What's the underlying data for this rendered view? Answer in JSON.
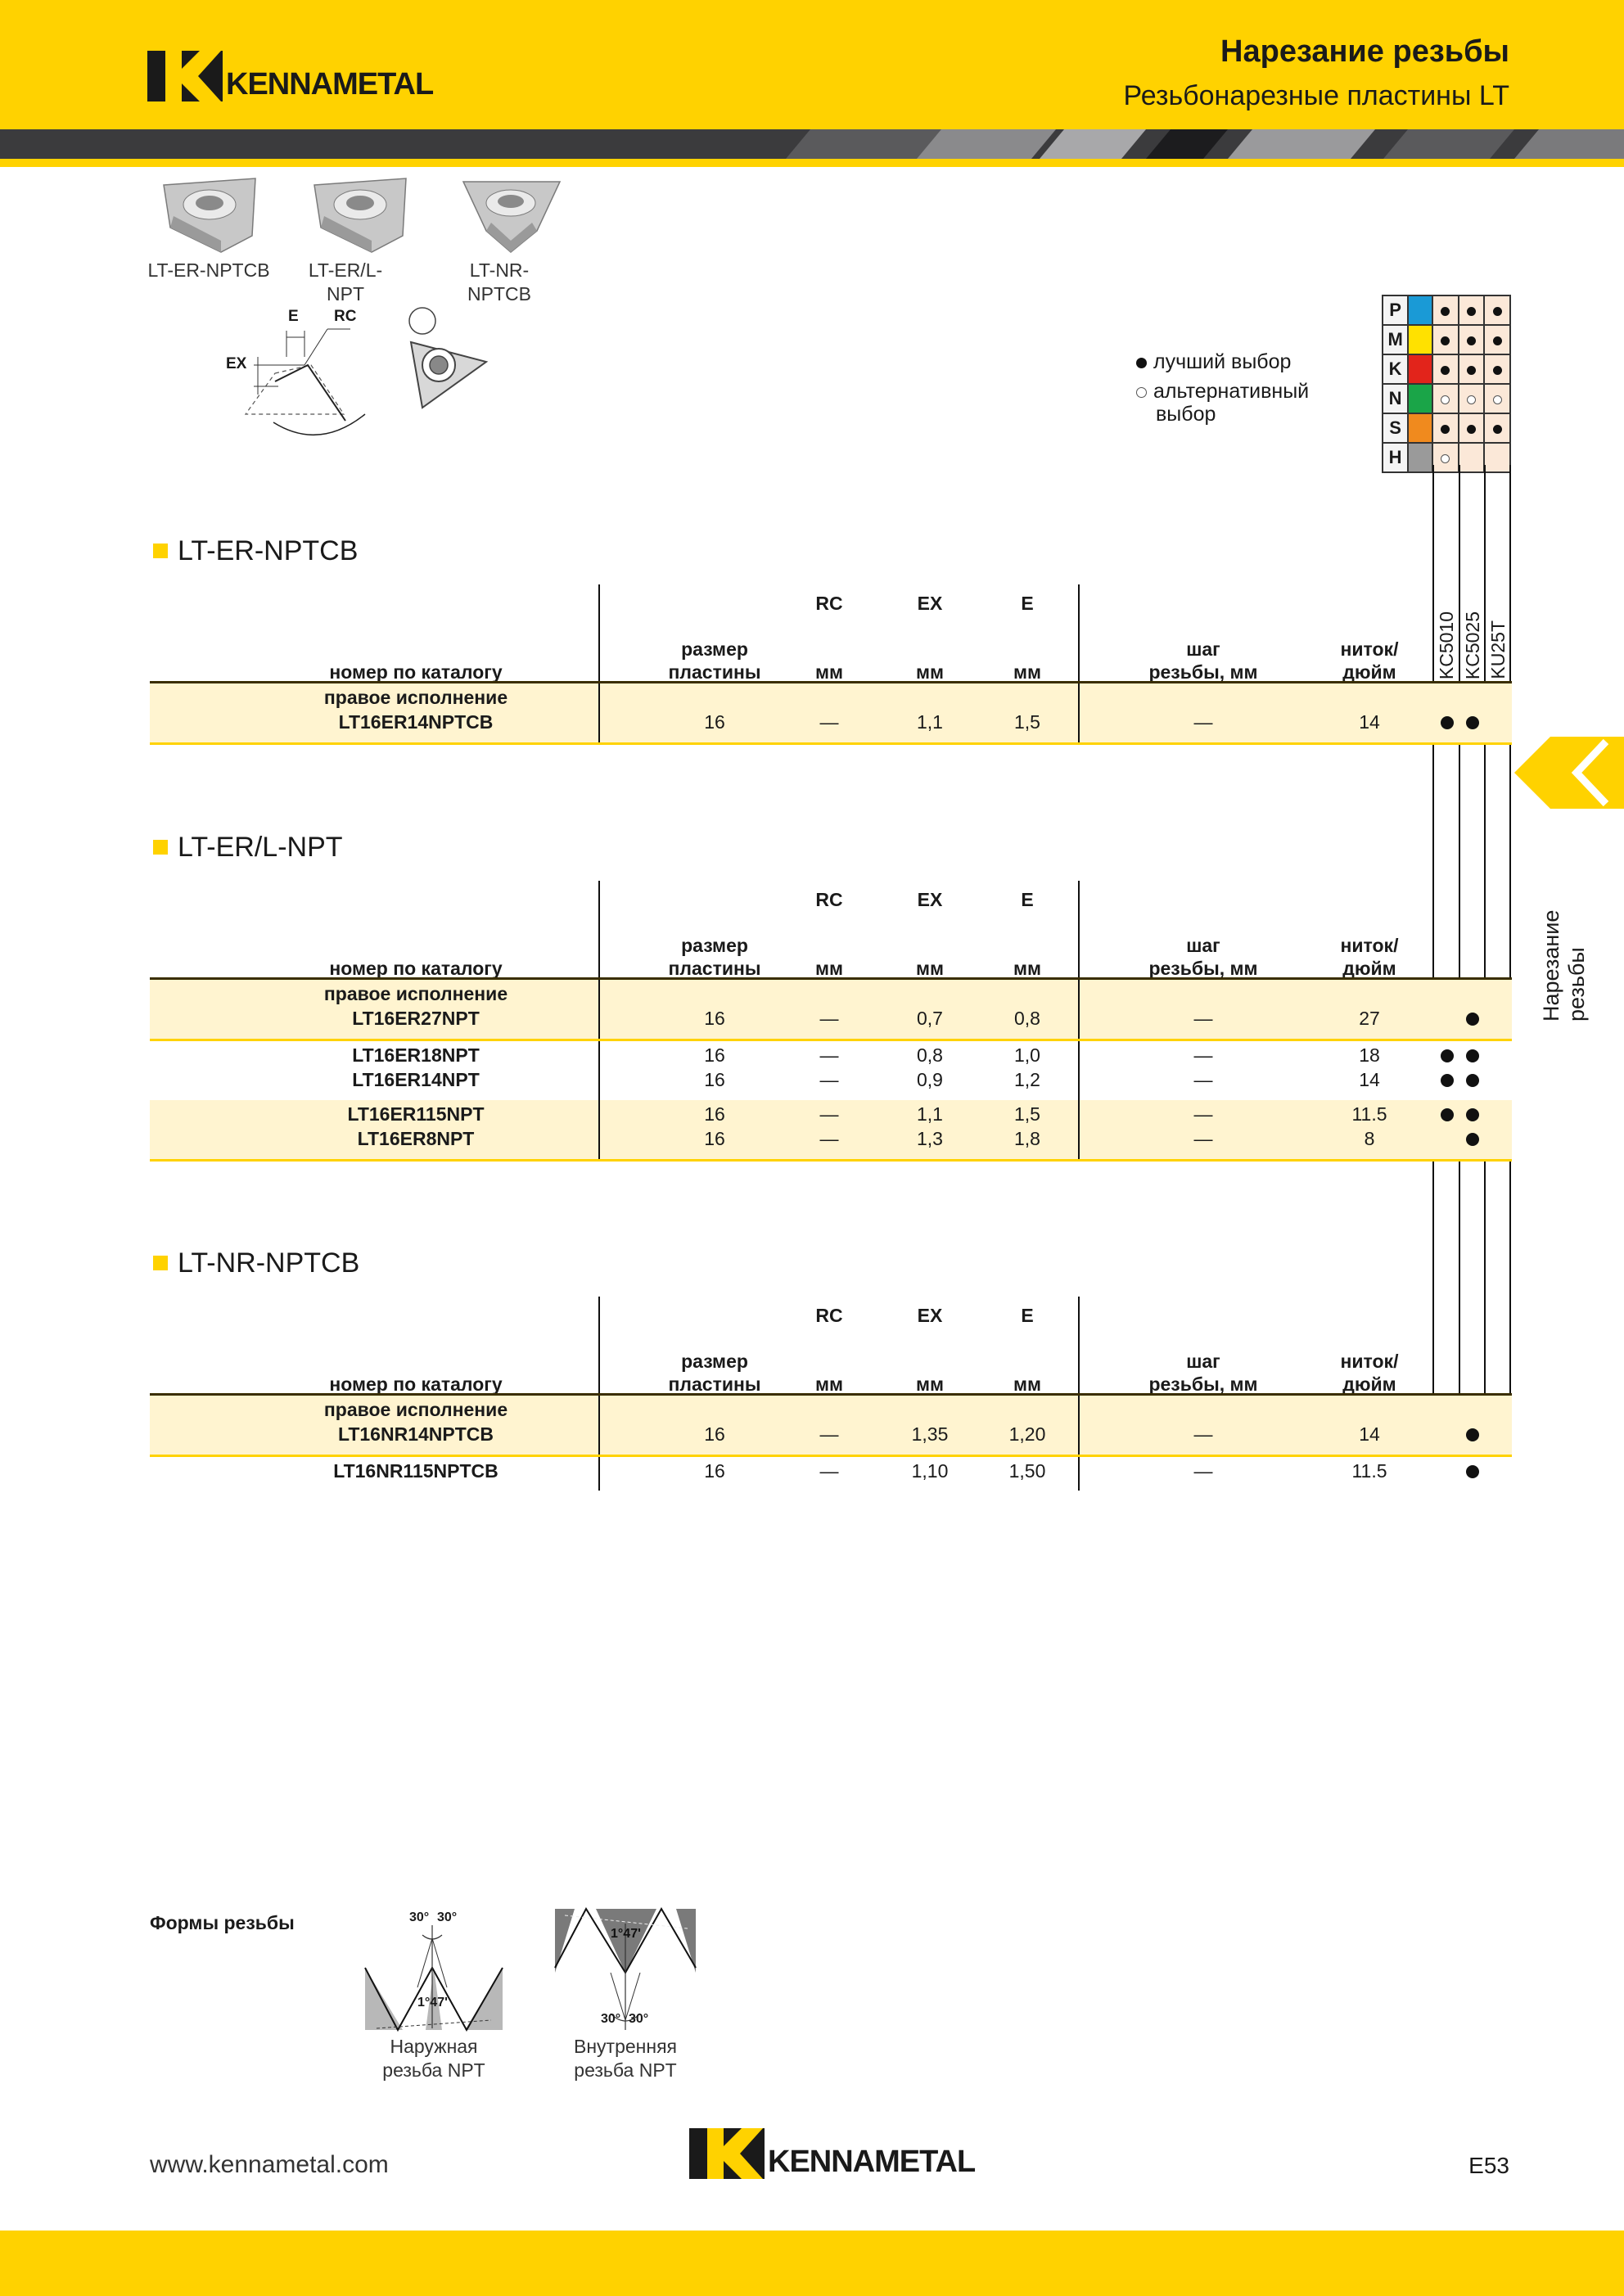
{
  "header": {
    "title": "Нарезание резьбы",
    "subtitle": "Резьбонарезные пластины LT",
    "logo": "KENNAMETAL"
  },
  "colors": {
    "yellow": "#ffd200",
    "dark": "#3b3b3d",
    "highlight": "#fff4d0",
    "P": "#1a9ad6",
    "M": "#ffe100",
    "K": "#e2241b",
    "N": "#1aa548",
    "S": "#f08a1e",
    "H": "#9a9a9a"
  },
  "inserts": [
    {
      "label": "LT-ER-NPTCB"
    },
    {
      "label": "LT-ER/L-\nNPT"
    },
    {
      "label": "LT-NR-\nNPTCB"
    }
  ],
  "diagram": {
    "e": "E",
    "rc": "RC",
    "ex": "EX"
  },
  "legend": {
    "best": "лучший выбор",
    "alt_line1": "альтернативный",
    "alt_line2": "выбор"
  },
  "materials": [
    {
      "code": "P",
      "marks": [
        "best",
        "best",
        "best"
      ]
    },
    {
      "code": "M",
      "marks": [
        "best",
        "best",
        "best"
      ]
    },
    {
      "code": "K",
      "marks": [
        "best",
        "best",
        "best"
      ]
    },
    {
      "code": "N",
      "marks": [
        "alt",
        "alt",
        "alt"
      ]
    },
    {
      "code": "S",
      "marks": [
        "best",
        "best",
        "best"
      ]
    },
    {
      "code": "H",
      "marks": [
        "alt",
        "",
        ""
      ]
    }
  ],
  "grades": [
    "KC5010",
    "KC5025",
    "KU25T"
  ],
  "columns": {
    "rc": "RC",
    "ex": "EX",
    "e": "E",
    "catalog": "номер по каталогу",
    "size_l1": "размер",
    "size_l2": "пластины",
    "mm": "мм",
    "pitch_l1": "шаг",
    "pitch_l2": "резьбы, мм",
    "tpi_l1": "ниток/",
    "tpi_l2": "дюйм"
  },
  "right_hand": "правое исполнение",
  "sections": [
    {
      "title": "LT-ER-NPTCB",
      "groups": [
        {
          "highlight": true,
          "label": true,
          "rows": [
            {
              "id": "LT16ER14NPTCB",
              "size": "16",
              "rc": "—",
              "ex": "1,1",
              "e": "1,5",
              "pitch": "—",
              "tpi": "14",
              "g": [
                "best",
                "best",
                ""
              ]
            }
          ]
        }
      ]
    },
    {
      "title": "LT-ER/L-NPT",
      "groups": [
        {
          "highlight": true,
          "label": true,
          "rows": [
            {
              "id": "LT16ER27NPT",
              "size": "16",
              "rc": "—",
              "ex": "0,7",
              "e": "0,8",
              "pitch": "—",
              "tpi": "27",
              "g": [
                "",
                "best",
                ""
              ]
            }
          ]
        },
        {
          "highlight": false,
          "label": false,
          "rows": [
            {
              "id": "LT16ER18NPT",
              "size": "16",
              "rc": "—",
              "ex": "0,8",
              "e": "1,0",
              "pitch": "—",
              "tpi": "18",
              "g": [
                "best",
                "best",
                ""
              ]
            },
            {
              "id": "LT16ER14NPT",
              "size": "16",
              "rc": "—",
              "ex": "0,9",
              "e": "1,2",
              "pitch": "—",
              "tpi": "14",
              "g": [
                "best",
                "best",
                ""
              ]
            }
          ]
        },
        {
          "highlight": true,
          "label": false,
          "rows": [
            {
              "id": "LT16ER115NPT",
              "size": "16",
              "rc": "—",
              "ex": "1,1",
              "e": "1,5",
              "pitch": "—",
              "tpi": "11.5",
              "g": [
                "best",
                "best",
                ""
              ]
            },
            {
              "id": "LT16ER8NPT",
              "size": "16",
              "rc": "—",
              "ex": "1,3",
              "e": "1,8",
              "pitch": "—",
              "tpi": "8",
              "g": [
                "",
                "best",
                ""
              ]
            }
          ]
        }
      ]
    },
    {
      "title": "LT-NR-NPTCB",
      "groups": [
        {
          "highlight": true,
          "label": true,
          "rows": [
            {
              "id": "LT16NR14NPTCB",
              "size": "16",
              "rc": "—",
              "ex": "1,35",
              "e": "1,20",
              "pitch": "—",
              "tpi": "14",
              "g": [
                "",
                "best",
                ""
              ]
            }
          ]
        },
        {
          "highlight": false,
          "label": false,
          "rows": [
            {
              "id": "LT16NR115NPTCB",
              "size": "16",
              "rc": "—",
              "ex": "1,10",
              "e": "1,50",
              "pitch": "—",
              "tpi": "11.5",
              "g": [
                "",
                "best",
                ""
              ]
            }
          ]
        }
      ]
    }
  ],
  "side_tab": "Нарезание резьбы",
  "thread_forms": {
    "title": "Формы резьбы",
    "angle": "30°",
    "taper": "1°47'",
    "external_l1": "Наружная",
    "external_l2": "резьба NPT",
    "internal_l1": "Внутренняя",
    "internal_l2": "резьба NPT"
  },
  "footer": {
    "url": "www.kennametal.com",
    "page": "E53"
  }
}
